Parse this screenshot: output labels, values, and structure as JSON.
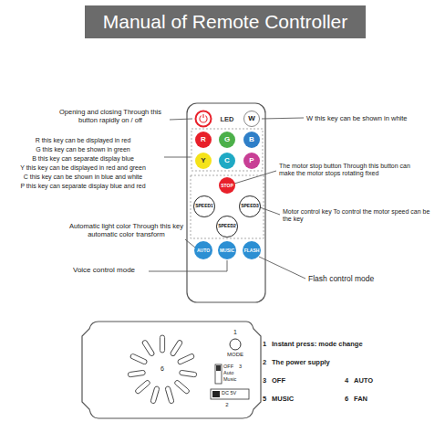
{
  "diagram": {
    "title": "Manual of Remote Controller",
    "nodes": [
      {
        "text": [
          "LED"
        ]
      },
      {
        "text": [
          "W"
        ],
        "in": 0
      },
      {
        "text": [
          "R"
        ],
        "in": 0
      },
      {
        "text": [
          "G"
        ],
        "in": 0
      },
      {
        "text": [
          "B"
        ],
        "in": 0
      },
      {
        "text": [
          "Y"
        ],
        "in": 0
      },
      {
        "text": [
          "C"
        ],
        "in": 0
      },
      {
        "text": [
          "P"
        ],
        "in": 0
      },
      {
        "text": [
          "STOP"
        ],
        "in": 0
      },
      {
        "text": [
          "SPEED1"
        ],
        "in": 0
      },
      {
        "text": [
          "SPEED3"
        ],
        "in": 0
      },
      {
        "text": [
          "SPEED2"
        ],
        "in": 0
      },
      {
        "text": [
          "AUTO"
        ],
        "in": 0
      },
      {
        "text": [
          "MUSIC"
        ],
        "in": 0
      },
      {
        "text": [
          "FLASH"
        ],
        "in": 0
      }
    ],
    "labels": [
      "Opening and closing Through this button rapidly on / off",
      "R this key can be displayed in red",
      "G this key can be shown in green",
      "B this key can separate display blue",
      "Y this key can be displayed in red and green",
      "C this key can be shown in blue and white",
      "P this key can separate display blue and red",
      "W this key can be shown in white",
      "The motor stop button Through this button can make the motor stops rotating fixed",
      "Motor control key To control the motor speed can be the key",
      "Automatic light color Through this key automatic color transform",
      "Flash control mode",
      "Voice control mode",
      "1",
      "MODE",
      "OFF",
      "3",
      "Auto",
      "Music",
      "DC 5V",
      "2",
      "6",
      "1",
      "Instant press: mode change",
      "2",
      "The power supply",
      "3",
      "OFF",
      "4",
      "AUTO",
      "5",
      "MUSIC",
      "6",
      "FAN"
    ]
  }
}
